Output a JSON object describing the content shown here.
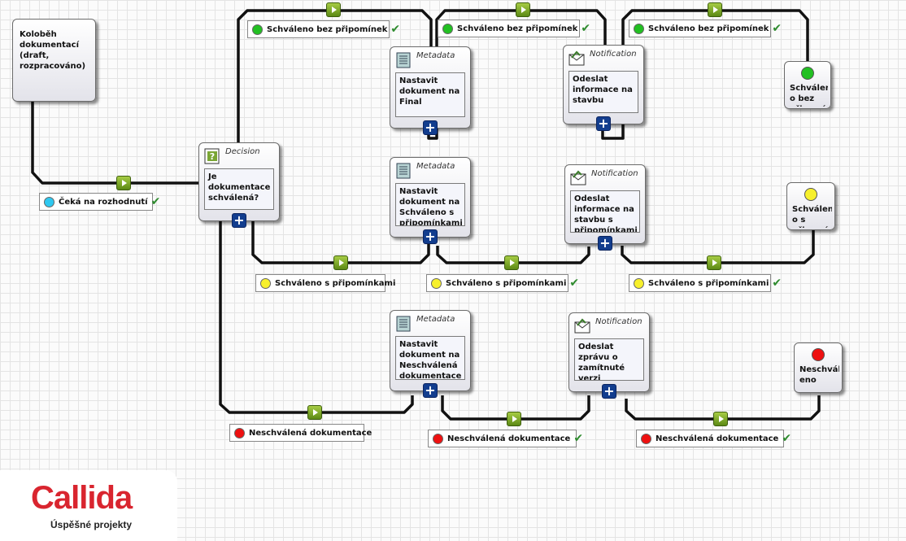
{
  "colors": {
    "green": "#22c022",
    "yellow": "#f7f02c",
    "red": "#ee1111",
    "cyan": "#2fc8f0",
    "wire": "#111111",
    "brand": "#d9252f"
  },
  "start": {
    "text": "Koloběh dokumentací (draft, rozpracováno)"
  },
  "decision": {
    "type": "Decision",
    "icon": "question-icon",
    "text": "Je dokumentace schválená?"
  },
  "waiting_label": {
    "text": "Čeká na rozhodnutí"
  },
  "rows": [
    {
      "metadata": {
        "type": "Metadata",
        "icon": "document-icon",
        "text": "Nastavit dokument na Final"
      },
      "notification": {
        "type": "Notification",
        "icon": "envelope-icon",
        "text": "Odeslat informace na stavbu"
      },
      "end": {
        "text": "Schválen o bez připomín"
      },
      "labels": [
        "Schváleno bez připomínek",
        "Schváleno bez připomínek",
        "Schváleno bez připomínek"
      ]
    },
    {
      "metadata": {
        "type": "Metadata",
        "icon": "document-icon",
        "text": "Nastavit dokument na Schváleno s připomínkami"
      },
      "notification": {
        "type": "Notification",
        "icon": "envelope-icon",
        "text": "Odeslat informace na stavbu s připomínkami"
      },
      "end": {
        "text": "Schválen o s připomín"
      },
      "labels": [
        "Schváleno s připomínkami",
        "Schváleno s připomínkami",
        "Schváleno s připomínkami"
      ]
    },
    {
      "metadata": {
        "type": "Metadata",
        "icon": "document-icon",
        "text": "Nastavit dokument na Neschválená dokumentace"
      },
      "notification": {
        "type": "Notification",
        "icon": "envelope-icon",
        "text": "Odeslat zprávu o zamítnuté verzi dokumentace"
      },
      "end": {
        "text": "Neschvál eno"
      },
      "labels": [
        "Neschválená dokumentace",
        "Neschválená dokumentace",
        "Neschválená dokumentace"
      ]
    }
  ],
  "logo": {
    "brand": "Callida",
    "tagline": "Úspěšné projekty"
  }
}
